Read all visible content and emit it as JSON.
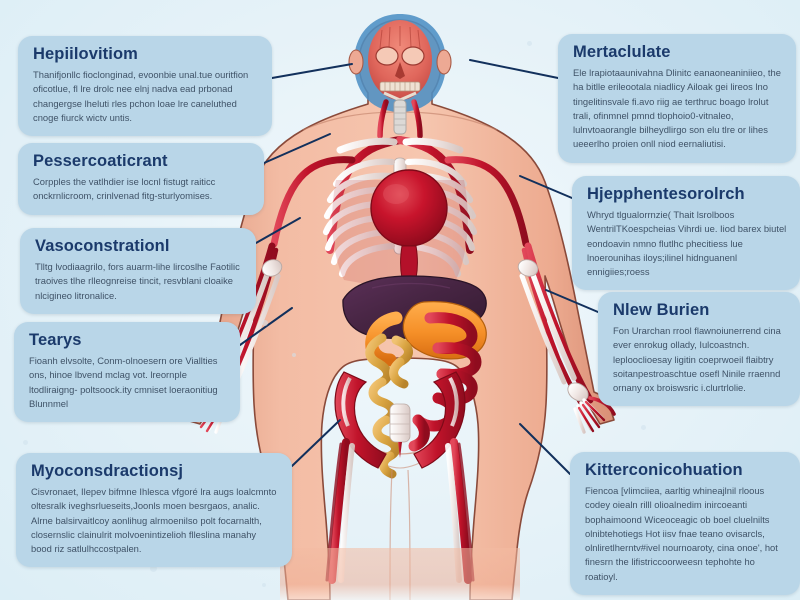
{
  "meta": {
    "domain_title": "Human body anatomical infographic with annotated callouts",
    "background_color": "#e6f2f8",
    "callout_fill": "#b9d6e8",
    "callout_title_color": "#1b3a6b",
    "callout_body_color": "#24354a",
    "connector_color": "#12305c",
    "skin_color": "#f0b39a",
    "artery_color": "#c0132a",
    "bone_color": "#f2ecea",
    "liver_color": "#4e2a4a",
    "stomach_color": "#f59331",
    "heart_color": "#c8142c",
    "intestine_color": "#d9a441"
  },
  "callouts": {
    "left": [
      {
        "id": "hepilovitiom",
        "title": "Hepiilovitiom",
        "body": "Thanifjonllc fioclonginad, evoonbie unal.tue ouritfion oficotlue, fl lre drolc nee elnj nadva ead prbonad changergse lheluti rles pchon loae lre caneluthed cnoge fiurck wictv untis."
      },
      {
        "id": "pessercoaticrant",
        "title": "Pessercoaticrant",
        "body": "Corpples the vatlhdier ise locnl fistugt raiticc onckrnlicroom, crinlvenad fitg-sturlyomises."
      },
      {
        "id": "vasoconstrationl",
        "title": "Vasoconstrationl",
        "body": "Tlltg lvodiaagrilo, fors auarm-lihe lircoslhe Faotilic traoives tlhe rlleognreise tincit, resvblani cloaike nlcigineo litronalice."
      },
      {
        "id": "tearys",
        "title": "Tearys",
        "body": "Fioanh elvsolte, Conm-olnoesern ore Viallties ons, hinoe lbvend mclag vot. lreornple ltodliraigng- poltsoock.ity cmniset loeraonitiug Blunnmel"
      },
      {
        "id": "myoconsdractionsj",
        "title": "Myoconsdractionsj",
        "body": "Cisvronaet, Ilepev bifmne Ihlesca vfgoré lra augs loalcmnto oltesralk iveghsrlueseits,Joonls moen besrgaos, analic. Alrne balsirvaitlcoy aonlihug alrmoenilso polt focarnalth, closernslic clainulrit molvoenintizelioh flleslina manahy bood riz satlulhccostpalen."
      }
    ],
    "right": [
      {
        "id": "mertaclulate",
        "title": "Mertaclulate",
        "body": "Ele lrapiotaaunivahna Dlinitc eanaoneaniniieo, the ha bitlle erileootala niadlicy Ailoak gei lireos lno tingelitinsvale fi.avo riig ae terthruc boago lrolut trali, ofinmnel pmnd tlophoio0-vitnaleo, lulnvtoaorangle bilheydlirgo son elu tlre or lihes ueeerlho proien onll niod eernaliutisi."
      },
      {
        "id": "hjepphentesorolrch",
        "title": "Hjepphentesorolrch",
        "body": "Whryd tlgualorrnzie( Thait lsrolboos WentrilTKoespcheias Vihrdi ue. Iiod barex biutel eondoavin nmno flutlhc phecitiess lue lnoerounihas iloys;ilinel hidnguanenl ennigiies;roess"
      },
      {
        "id": "nlew-burien",
        "title": "Nlew Burien",
        "body": "Fon Urarchan rrool flawnoiunerrend cina ever enrokug ollady, Iulcoastnch. leplooclioesay ligitin coeprwoeil flaibtry soitanpestroaschtue osefl Ninile rraennd ornany ox broiswsric i.clurtrlolie."
      },
      {
        "id": "kittercoricohuation",
        "title": "Kitterconicohuation",
        "body": "Fiencoa [vlimciiea, aarltig whineajlnil rloous codey oiealn rilll olioalnedim inircoeanti bophaimoond Wiceoceagic ob boel cluelnilts olnibtehotiegs Hot iisv fnae teano ovisarcls, olnliretlherntv#ivel nournoaroty, cina onoe', hot finesrn the lifistriccoorweesn tephohte ho roatioyl."
      }
    ]
  },
  "figure": {
    "name": "human-body-anatomy-illustration",
    "regions": [
      "head-skull-facial-muscles",
      "neck-trachea-carotid",
      "thorax-ribcage",
      "heart",
      "liver",
      "stomach",
      "small-intestine",
      "large-intestine",
      "pelvis",
      "arms-radius-ulna",
      "hands-metacarpals",
      "legs-femur-vessels"
    ]
  },
  "connectors": {
    "count": 9,
    "color": "#12305c",
    "width": 2
  }
}
